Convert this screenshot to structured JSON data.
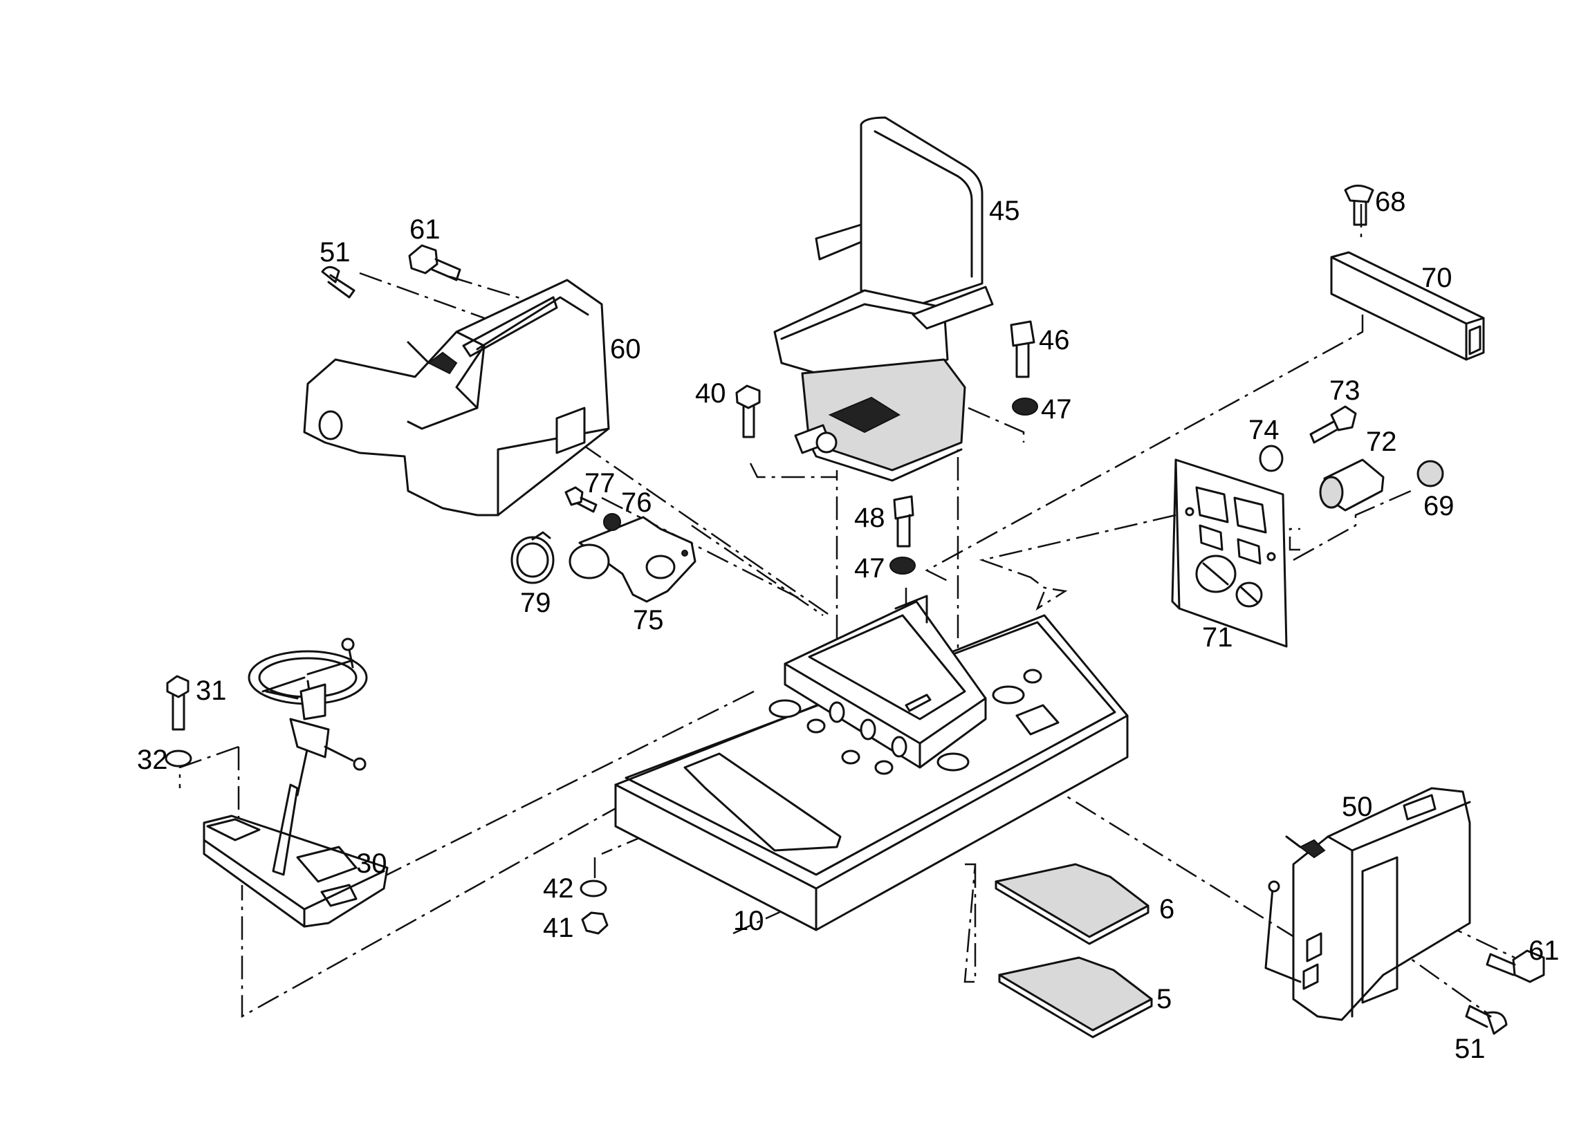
{
  "labels": {
    "p5": "5",
    "p6": "6",
    "p10": "10",
    "p30": "30",
    "p31": "31",
    "p32": "32",
    "p40": "40",
    "p41": "41",
    "p42": "42",
    "p45": "45",
    "p46": "46",
    "p47a": "47",
    "p47b": "47",
    "p48": "48",
    "p50": "50",
    "p51a": "51",
    "p51b": "51",
    "p60": "60",
    "p61a": "61",
    "p61b": "61",
    "p68": "68",
    "p69": "69",
    "p70": "70",
    "p71": "71",
    "p72": "72",
    "p73": "73",
    "p74": "74",
    "p75": "75",
    "p76": "76",
    "p77": "77",
    "p79": "79"
  }
}
